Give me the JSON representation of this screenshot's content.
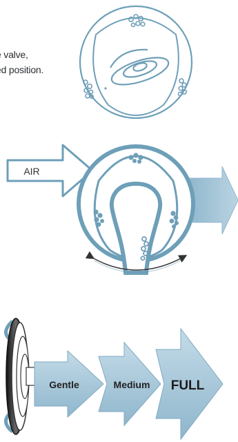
{
  "caption": {
    "line1": "e valve,",
    "line2": "ed position."
  },
  "labels": {
    "air": "AIR",
    "gentle": "Gentle",
    "medium": "Medium",
    "full": "FULL"
  },
  "colors": {
    "outline": "#6e9fb8",
    "arrow_fill": "#a9c9dc",
    "arrow_light": "#c9dfea",
    "dark": "#1c1c1c"
  }
}
